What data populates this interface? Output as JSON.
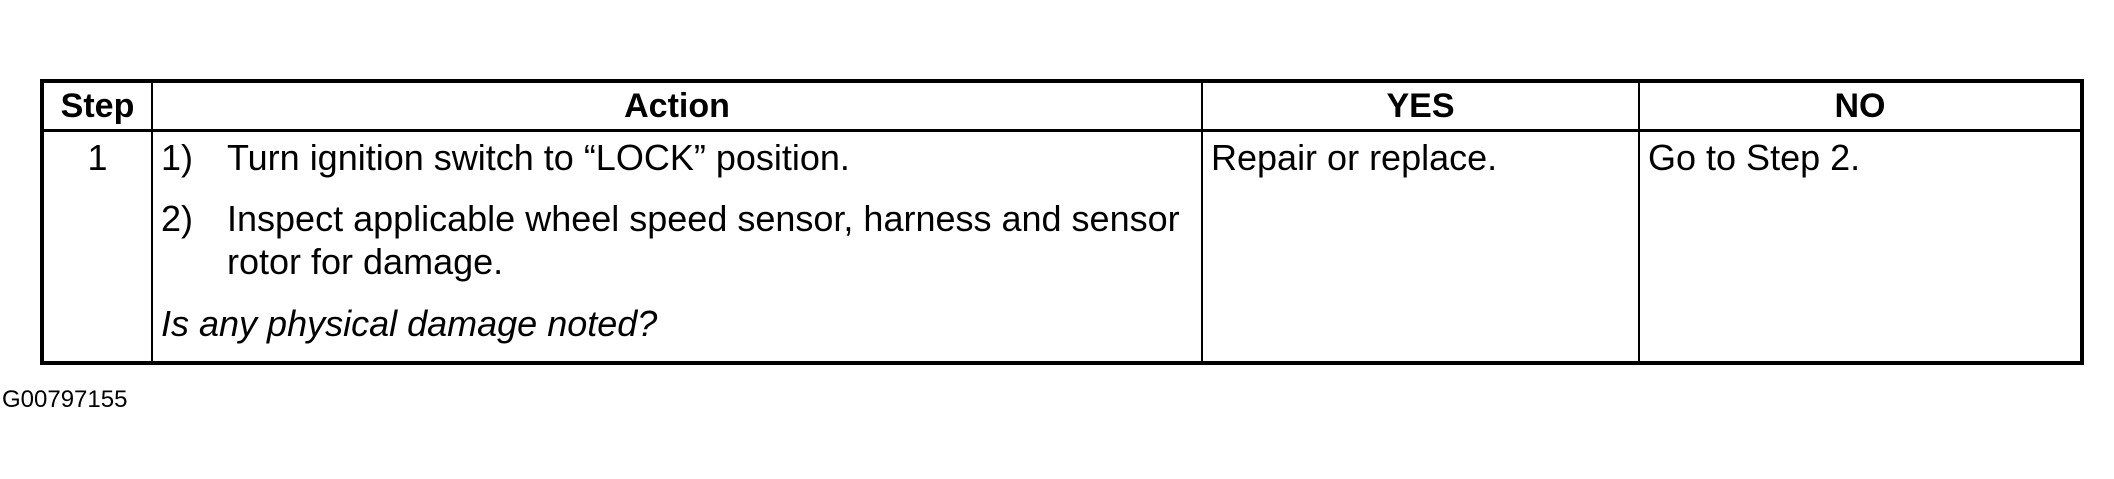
{
  "table": {
    "headers": {
      "step": "Step",
      "action": "Action",
      "yes": "YES",
      "no": "NO"
    },
    "rows": [
      {
        "step": "1",
        "actions": [
          {
            "num": "1)",
            "text": "Turn ignition switch to “LOCK” position."
          },
          {
            "num": "2)",
            "text": "Inspect applicable wheel speed sensor, harness and sensor rotor for damage."
          }
        ],
        "question": "Is any physical damage noted?",
        "yes": "Repair or replace.",
        "no": "Go to Step 2."
      }
    ]
  },
  "figure_id": "G00797155"
}
